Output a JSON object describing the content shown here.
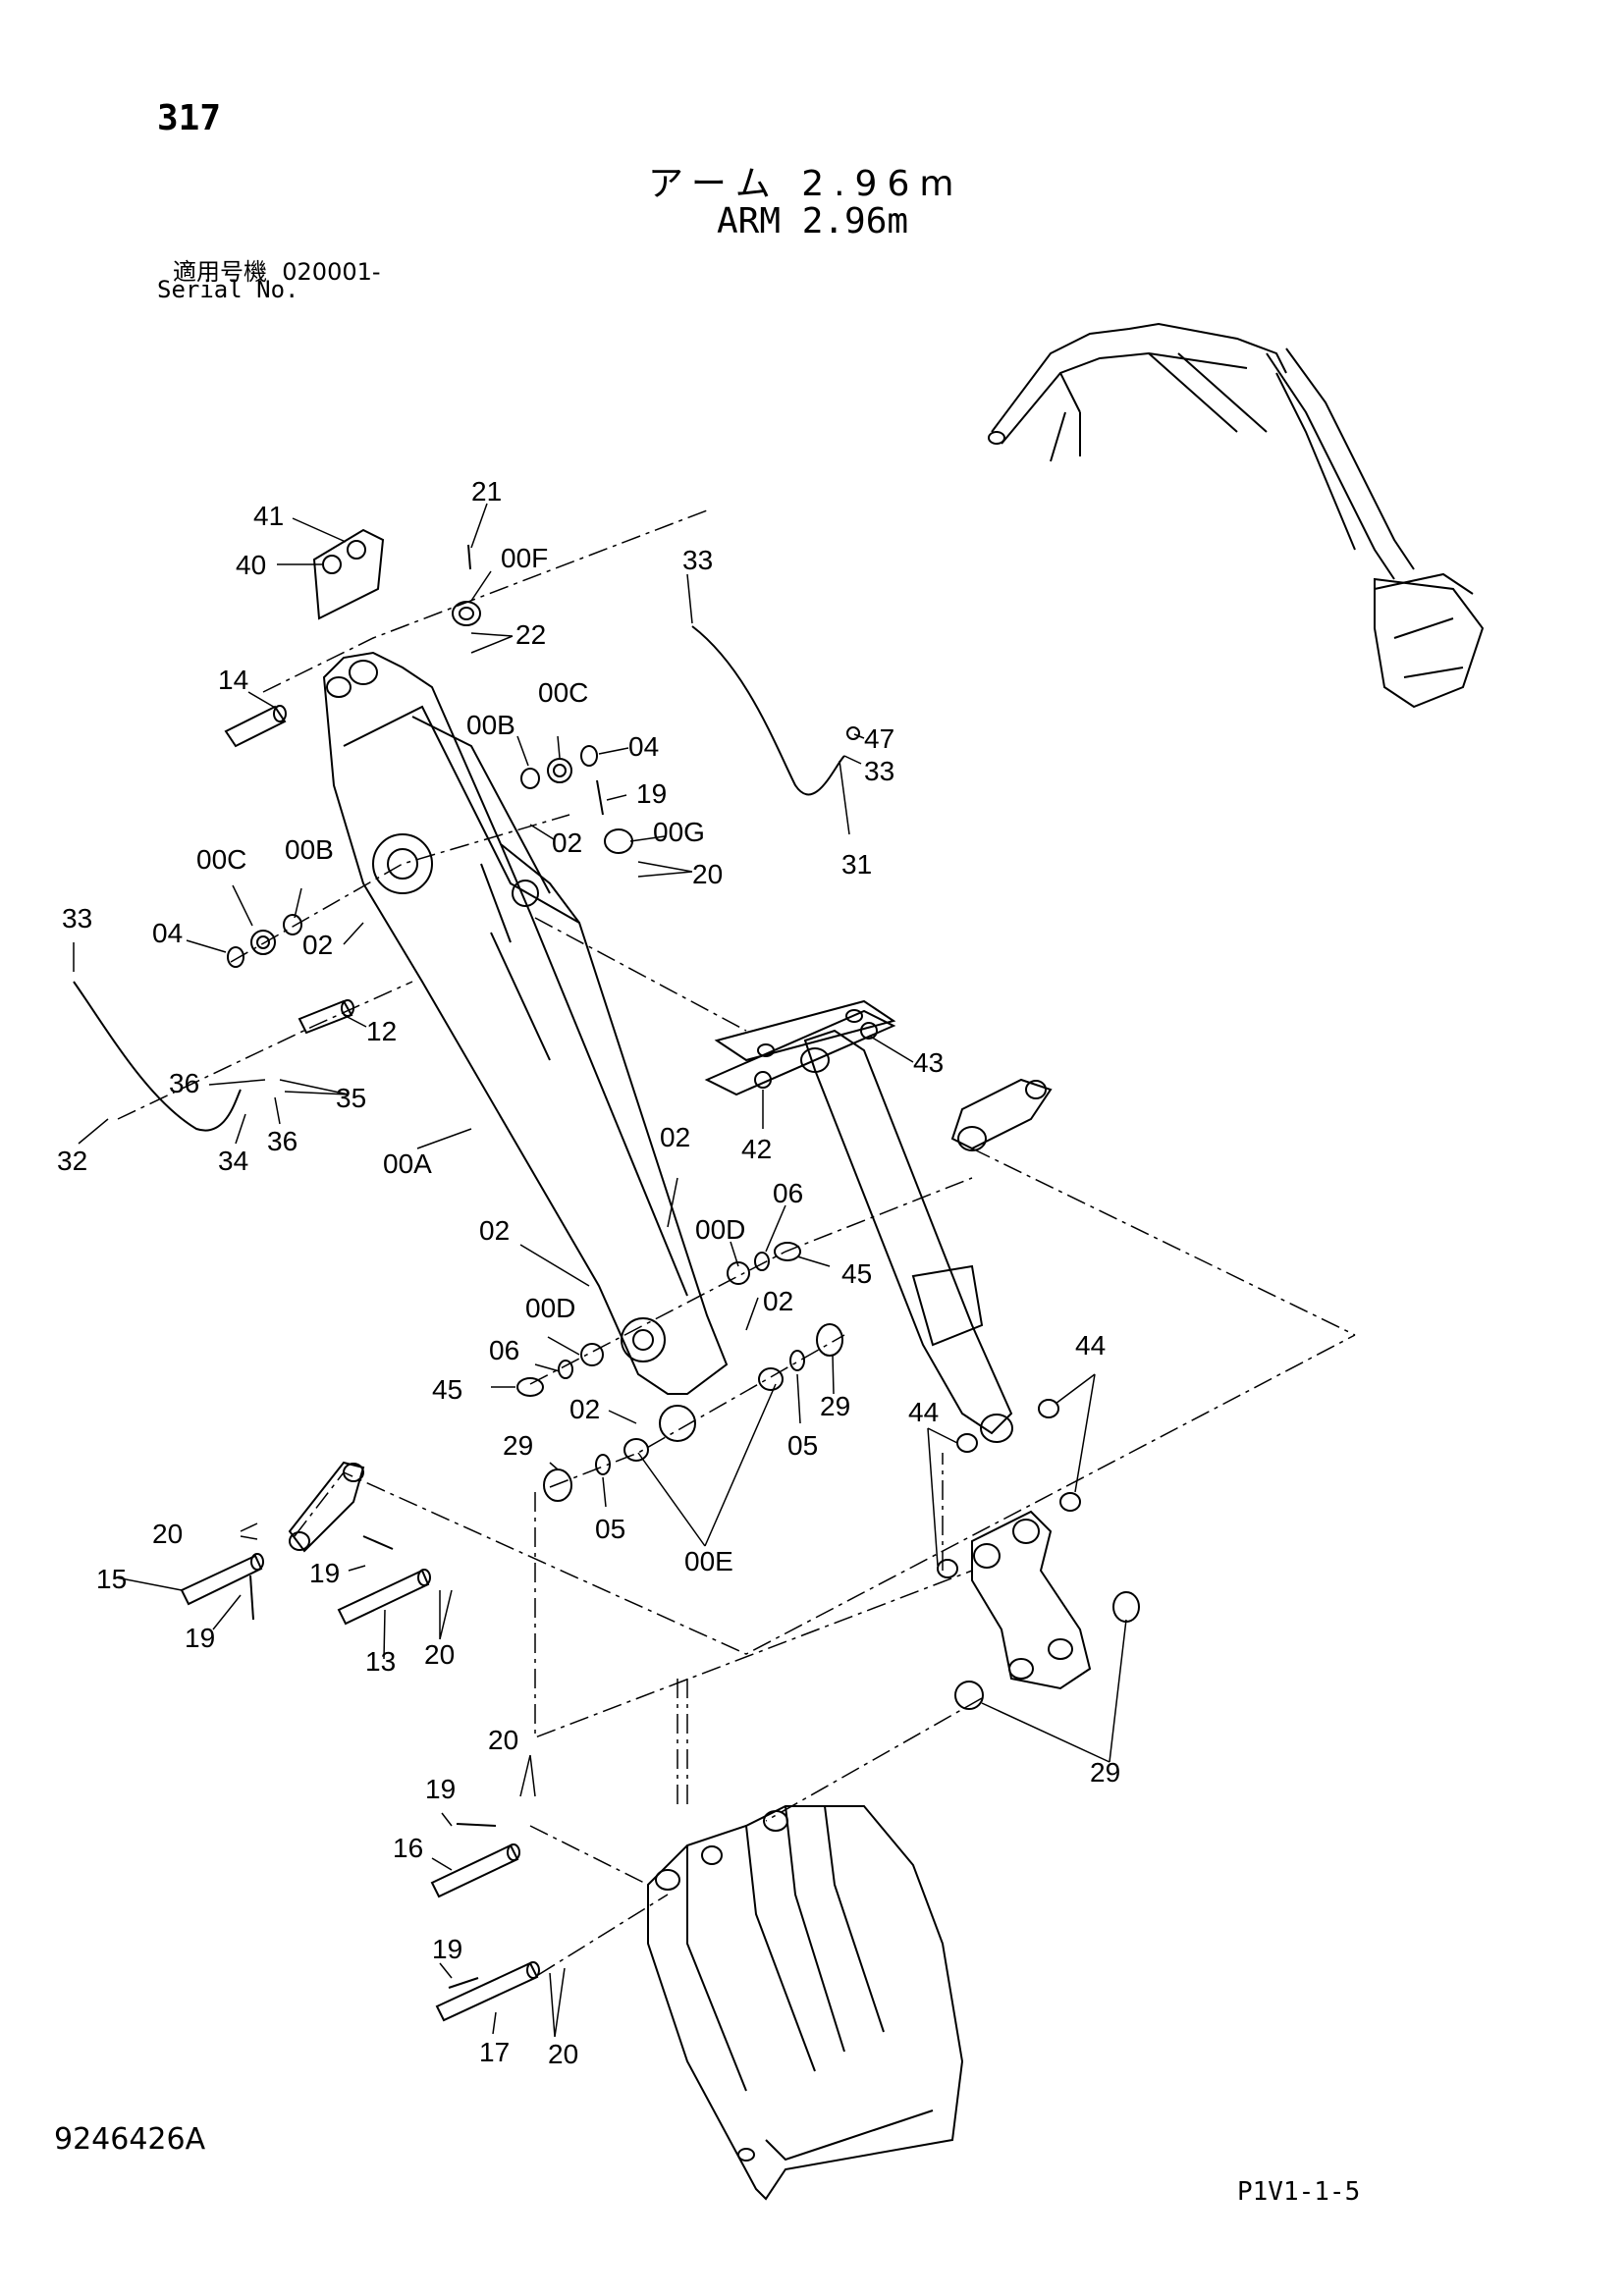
{
  "header": {
    "page_number": "317",
    "title_jp": "アーム 2.96m",
    "title_en": "ARM 2.96m",
    "serial_label_jp": "適用号機",
    "serial_value": "020001-",
    "serial_label_en": "Serial No."
  },
  "footer": {
    "drawing_number": "9246426A",
    "page_code": "P1V1-1-5"
  },
  "callouts": {
    "c41": "41",
    "c40": "40",
    "c21": "21",
    "c00F": "00F",
    "c22": "22",
    "c33a": "33",
    "c14": "14",
    "c00C_a": "00C",
    "c00B_a": "00B",
    "c04_a": "04",
    "c47": "47",
    "c33b": "33",
    "c19a": "19",
    "c02a": "02",
    "c00G": "00G",
    "c20a": "20",
    "c31": "31",
    "c00C_b": "00C",
    "c00B_b": "00B",
    "c04_b": "04",
    "c02b": "02",
    "c33c": "33",
    "c12": "12",
    "c36a": "36",
    "c35": "35",
    "c32": "32",
    "c34": "34",
    "c36b": "36",
    "c00A": "00A",
    "c43": "43",
    "c42": "42",
    "c02c": "02",
    "c06a": "06",
    "c00D_a": "00D",
    "c45a": "45",
    "c02d": "02",
    "c02e": "02",
    "c00D_b": "00D",
    "c06b": "06",
    "c45b": "45",
    "c02f": "02",
    "c29a": "29",
    "c05a": "05",
    "c44a": "44",
    "c44b": "44",
    "c29b": "29",
    "c05b": "05",
    "c00E": "00E",
    "c20b": "20",
    "c15": "15",
    "c19b": "19",
    "c19c": "19",
    "c13": "13",
    "c20c": "20",
    "c29c": "29",
    "c20d": "20",
    "c19d": "19",
    "c16": "16",
    "c19e": "19",
    "c17": "17",
    "c20e": "20"
  }
}
